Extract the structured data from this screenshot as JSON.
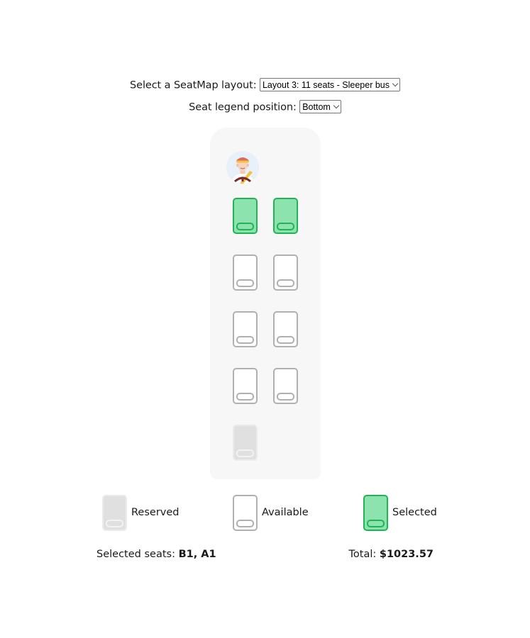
{
  "controls": {
    "layout_label": "Select a SeatMap layout:",
    "layout_selected": "Layout 3: 11 seats - Sleeper bus",
    "legend_position_label": "Seat legend position:",
    "legend_position_selected": "Bottom"
  },
  "seatmap": {
    "driver_icon": "bus-driver-avatar",
    "seats": [
      {
        "id": "A1",
        "row": 1,
        "col": 1,
        "status": "selected"
      },
      {
        "id": "B1",
        "row": 1,
        "col": 2,
        "status": "selected"
      },
      {
        "id": "A2",
        "row": 2,
        "col": 1,
        "status": "available"
      },
      {
        "id": "B2",
        "row": 2,
        "col": 2,
        "status": "available"
      },
      {
        "id": "A3",
        "row": 3,
        "col": 1,
        "status": "available"
      },
      {
        "id": "B3",
        "row": 3,
        "col": 2,
        "status": "available"
      },
      {
        "id": "A4",
        "row": 4,
        "col": 1,
        "status": "available"
      },
      {
        "id": "B4",
        "row": 4,
        "col": 2,
        "status": "available"
      },
      {
        "id": "A5",
        "row": 5,
        "col": 1,
        "status": "reserved"
      }
    ],
    "colors": {
      "selected_fill": "#8de3ad",
      "selected_border": "#22b357",
      "available_fill": "#ffffff",
      "available_border": "#b0b0b0",
      "reserved_fill": "#e0e0e0",
      "bus_background": "#f8f7f7"
    }
  },
  "legend": {
    "items": [
      {
        "status": "reserved",
        "label": "Reserved"
      },
      {
        "status": "available",
        "label": "Available"
      },
      {
        "status": "selected",
        "label": "Selected"
      }
    ]
  },
  "summary": {
    "selected_label": "Selected seats:",
    "selected_value": "B1, A1",
    "total_label": "Total:",
    "total_value": "$1023.57"
  }
}
